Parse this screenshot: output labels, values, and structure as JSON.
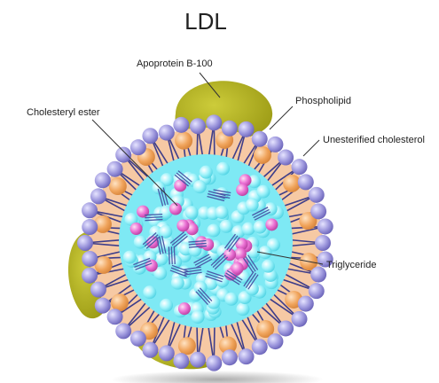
{
  "title": "LDL",
  "labels": {
    "apoprotein": "Apoprotein B-100",
    "cholesteryl_ester": "Cholesteryl ester",
    "phospholipid": "Phospholipid",
    "unesterified_cholesterol": "Unesterified cholesterol",
    "triglyceride": "Triglyceride"
  },
  "colors": {
    "apoprotein": "#b5b41e",
    "orange_layer": "#f6c9a4",
    "cholesterol": "#f0a45c",
    "phospholipid_head": "#9b95dc",
    "phospholipid_tail": "#3d3d8a",
    "core_fill": "#7ee9f4",
    "core_sphere": "#8ef0f8",
    "pink_sphere": "#ea6fd3",
    "leader_line": "#333333"
  }
}
